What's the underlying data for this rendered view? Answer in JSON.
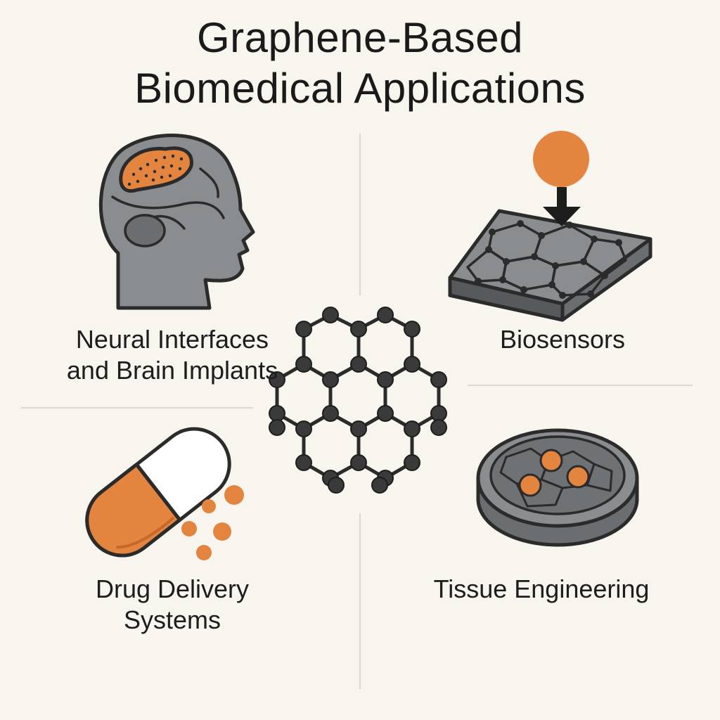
{
  "title": {
    "line1": "Graphene-Based",
    "line2": "Biomedical Applications"
  },
  "applications": [
    {
      "line1": "Neural Interfaces",
      "line2": "and Brain Implants",
      "icon": "brain-head-icon"
    },
    {
      "line1": "Biosensors",
      "line2": "",
      "icon": "sensor-chip-icon"
    },
    {
      "line1": "Drug Delivery",
      "line2": "Systems",
      "icon": "capsule-icon"
    },
    {
      "line1": "Tissue Engineering",
      "line2": "",
      "icon": "petri-dish-icon"
    }
  ],
  "center": {
    "icon": "graphene-lattice-icon"
  },
  "colors": {
    "background": "#f8f4ee",
    "accent": "#e3843f",
    "gray": "#8a8d90",
    "dark": "#2b2b2b"
  }
}
